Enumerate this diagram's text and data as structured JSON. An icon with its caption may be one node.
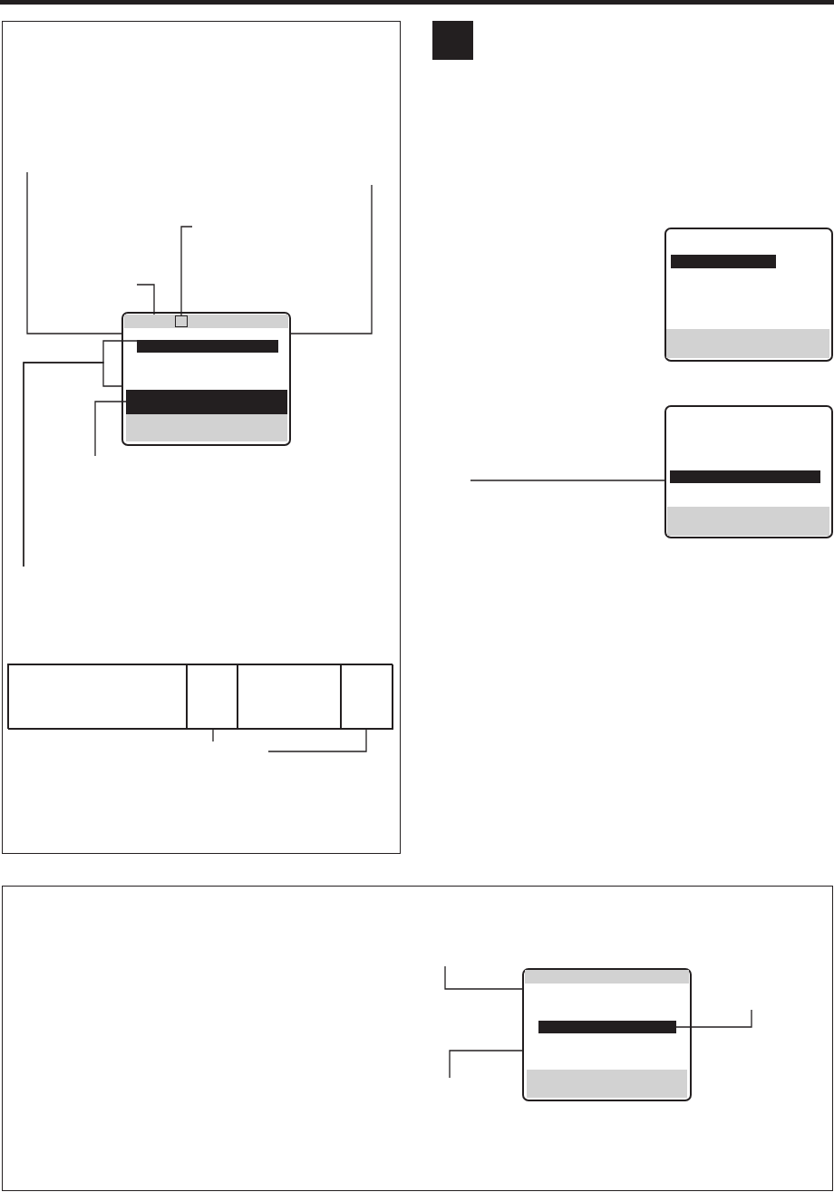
{
  "diagram": {
    "nodes": [
      {
        "text": [],
        "shape": "box"
      },
      {
        "text": [],
        "shape": "box",
        "in": 0
      },
      {
        "text": [],
        "shape": "bar",
        "in": 1
      },
      {
        "text": [],
        "shape": "box",
        "in": 2
      },
      {
        "text": [],
        "shape": "bar",
        "in": 1
      },
      {
        "text": [],
        "shape": "bar",
        "in": 1
      },
      {
        "text": [],
        "shape": "bar",
        "in": 1
      },
      {
        "text": [],
        "shape": "box",
        "in": 0
      },
      {
        "text": [],
        "shape": "box",
        "in": 7
      },
      {
        "text": [],
        "shape": "box",
        "in": 7
      },
      {
        "text": [],
        "shape": "box",
        "in": 7
      },
      {
        "text": [],
        "shape": "box",
        "in": 7
      },
      {
        "text": [],
        "shape": "bar"
      },
      {
        "text": [],
        "shape": "box"
      },
      {
        "text": [],
        "shape": "bar",
        "in": 13
      },
      {
        "text": [],
        "shape": "bar",
        "in": 13
      },
      {
        "text": [],
        "shape": "box"
      },
      {
        "text": [],
        "shape": "bar",
        "in": 16
      },
      {
        "text": [],
        "shape": "bar",
        "in": 16
      },
      {
        "text": [],
        "shape": "box"
      },
      {
        "text": [],
        "shape": "box",
        "in": 19
      },
      {
        "text": [],
        "shape": "bar",
        "in": 20
      },
      {
        "text": [],
        "shape": "bar",
        "in": 20
      },
      {
        "text": [],
        "shape": "bar",
        "in": 20
      }
    ],
    "edges": [
      {
        "from": null,
        "to": 1,
        "arrow": "none"
      },
      {
        "from": null,
        "to": 1,
        "arrow": "none"
      },
      {
        "from": null,
        "to": 3,
        "arrow": "none"
      },
      {
        "from": null,
        "to": 2,
        "arrow": "none"
      },
      {
        "from": null,
        "to": 4,
        "arrow": "none"
      },
      {
        "from": null,
        "to": 1,
        "arrow": "none"
      },
      {
        "from": null,
        "to": 5,
        "arrow": "none"
      },
      {
        "from": null,
        "to": 9,
        "arrow": "none"
      },
      {
        "from": null,
        "to": 11,
        "arrow": "none"
      },
      {
        "from": null,
        "to": 16,
        "arrow": "none"
      },
      {
        "from": null,
        "to": 20,
        "arrow": "none"
      },
      {
        "from": null,
        "to": 22,
        "arrow": "none"
      },
      {
        "from": null,
        "to": 20,
        "arrow": "none"
      }
    ]
  }
}
